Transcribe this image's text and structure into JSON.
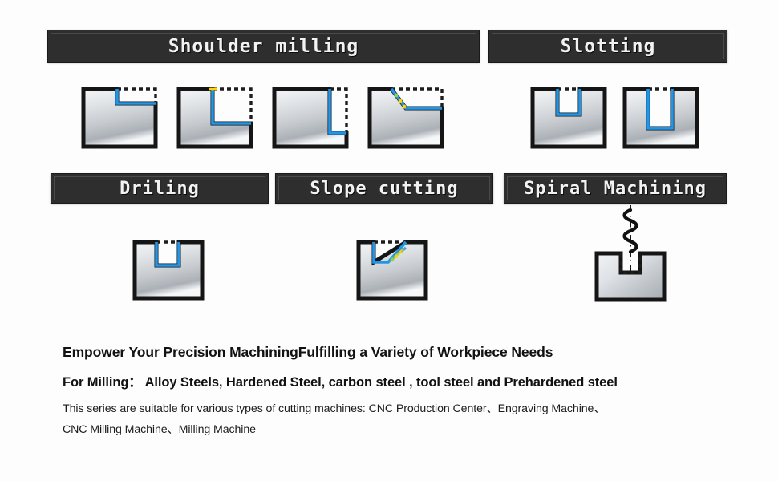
{
  "page": {
    "background_color": "#fdfdfd",
    "header_bar_color": "#2e2e2e",
    "header_text_color": "#f2f2f2",
    "metal_light": "#e9ebee",
    "metal_dark": "#9aa0a6",
    "tool_path_color": "#2196e8",
    "accent_yellow": "#ffd400",
    "outline_color": "#151515"
  },
  "sections": {
    "shoulder_milling": {
      "title": "Shoulder milling"
    },
    "slotting": {
      "title": "Slotting"
    },
    "driling": {
      "title": "Driling"
    },
    "slope_cutting": {
      "title": "Slope cutting"
    },
    "spiral_machining": {
      "title": "Spiral Machining"
    }
  },
  "figures": {
    "shoulder_1": "shoulder-milling-top-step-diagram",
    "shoulder_2": "shoulder-milling-corner-step-diagram",
    "shoulder_3": "shoulder-milling-side-step-diagram",
    "shoulder_4": "shoulder-milling-ramp-entry-diagram",
    "slotting_1": "slotting-shallow-slot-diagram",
    "slotting_2": "slotting-deep-slot-diagram",
    "driling_1": "driling-pocket-diagram",
    "slope_1": "slope-cutting-ramp-diagram",
    "spiral_1": "spiral-machining-helix-diagram"
  },
  "copy": {
    "headline": "Empower Your Precision MachiningFulfilling a Variety of Workpiece Needs",
    "subhead": "For Milling：  Alloy Steels, Hardened Steel, carbon steel , tool steel and Prehardened steel",
    "body_line_1": "This series are suitable for various types of cutting machines: CNC Production Center、Engraving Machine、",
    "body_line_2": "CNC Milling Machine、Milling Machine"
  }
}
